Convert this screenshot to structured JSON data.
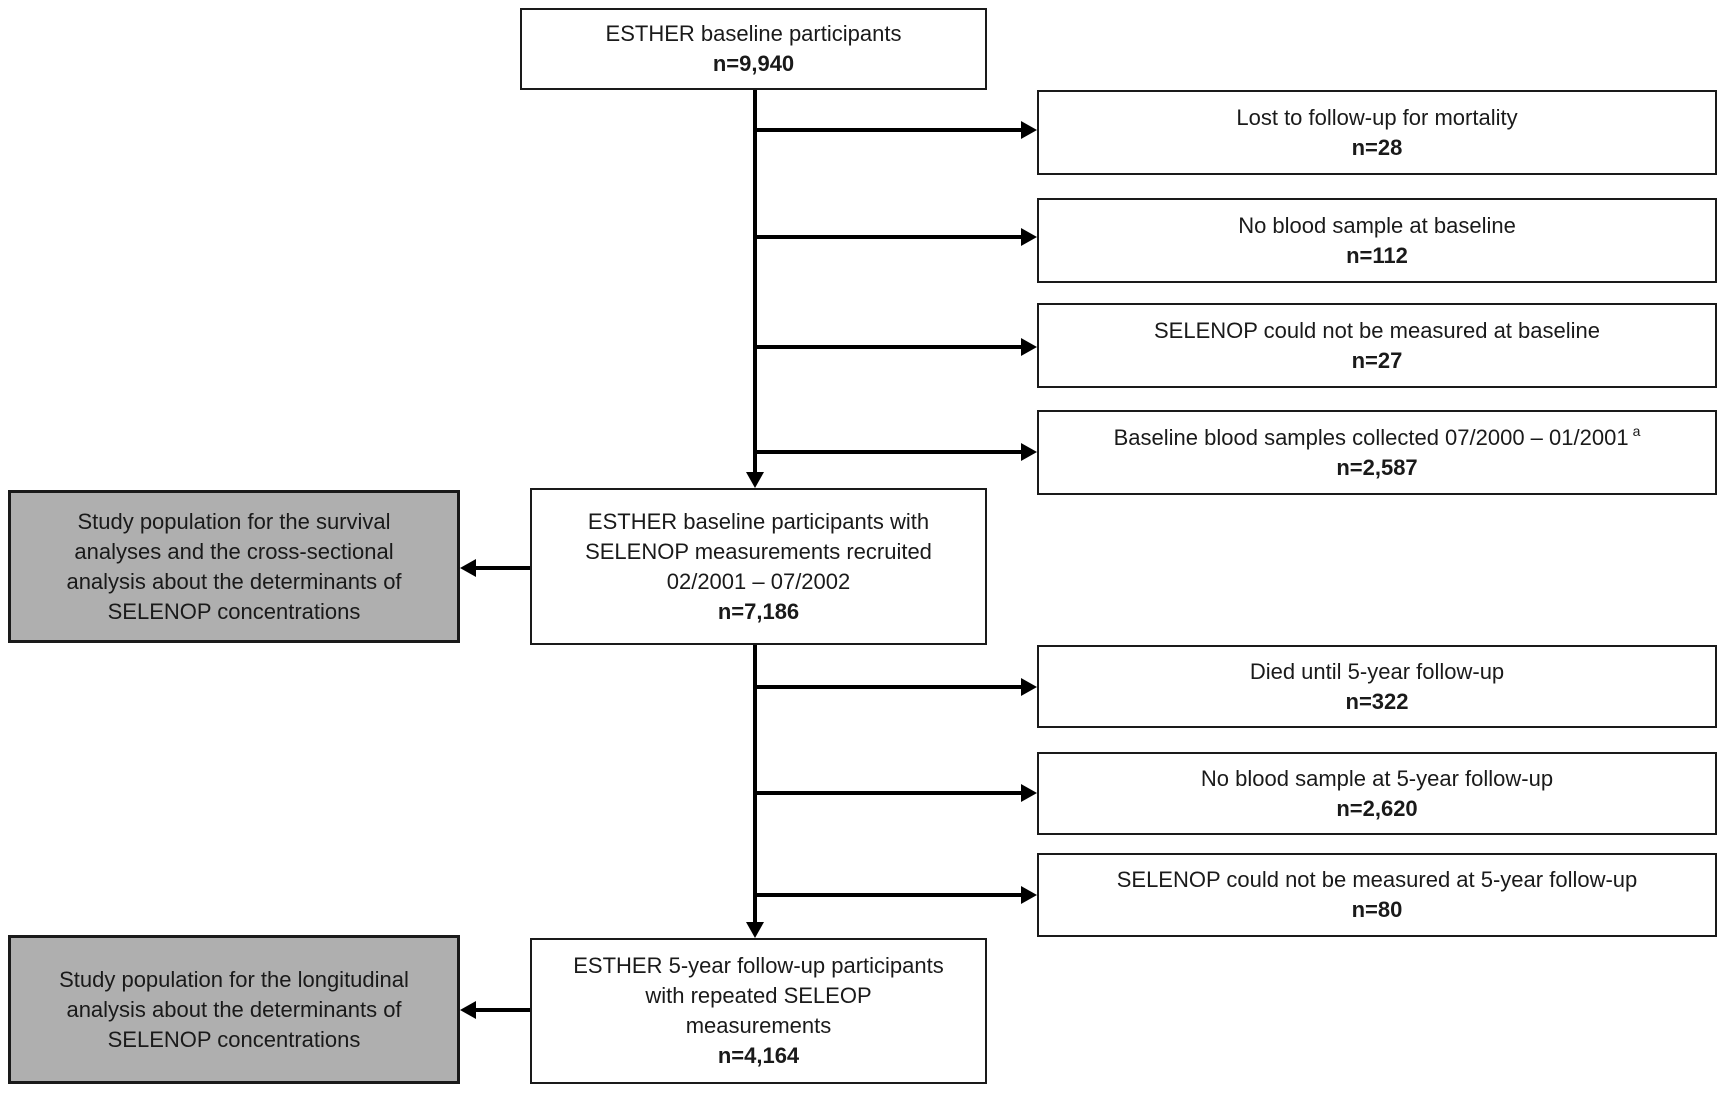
{
  "colors": {
    "background": "#ffffff",
    "box_border": "#1a1a1a",
    "gray_box_fill": "#afafaf",
    "connector": "#000000",
    "text": "#1a1a1a"
  },
  "flow": {
    "top": {
      "label": "ESTHER baseline participants",
      "n": "n=9,940"
    },
    "exclusions_upper": [
      {
        "label": "Lost to follow-up for mortality",
        "n": "n=28"
      },
      {
        "label": "No blood sample at baseline",
        "n": "n=112"
      },
      {
        "label": "SELENOP could not be measured at baseline",
        "n": "n=27"
      },
      {
        "label": "Baseline blood samples collected 07/2000 – 01/2001",
        "superscript": "a",
        "n": "n=2,587"
      }
    ],
    "mid": {
      "lines": [
        "ESTHER baseline participants with",
        "SELENOP measurements recruited",
        "02/2001 – 07/2002"
      ],
      "n": "n=7,186"
    },
    "exclusions_lower": [
      {
        "label": "Died until 5-year follow-up",
        "n": "n=322"
      },
      {
        "label": "No blood sample at 5-year follow-up",
        "n": "n=2,620"
      },
      {
        "label": "SELENOP could not be measured at 5-year follow-up",
        "n": "n=80"
      }
    ],
    "bottom": {
      "lines": [
        "ESTHER 5-year follow-up participants",
        "with repeated SELEOP",
        "measurements"
      ],
      "n": "n=4,164"
    },
    "gray_survival": {
      "lines": [
        "Study population for the survival",
        "analyses and the cross-sectional",
        "analysis about the determinants of",
        "SELENOP concentrations"
      ]
    },
    "gray_longitudinal": {
      "lines": [
        "Study population for the longitudinal",
        "analysis about the determinants of",
        "SELENOP concentrations"
      ]
    }
  }
}
